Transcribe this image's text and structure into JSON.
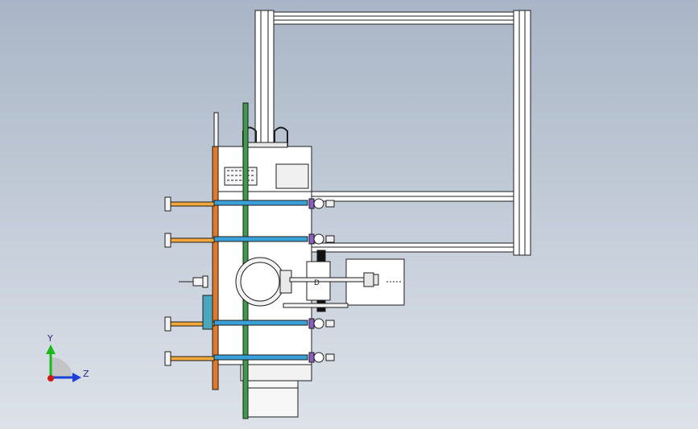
{
  "viewport": {
    "name": "3d-model-viewport",
    "background_top": "#a9b5c6",
    "background_bottom": "#dde2e9"
  },
  "triad": {
    "y_label": "Y",
    "z_label": "Z",
    "x_origin_color": "#d01818",
    "y_axis_color": "#1bb81b",
    "z_axis_color": "#1b3fd8"
  },
  "model": {
    "frame_color": "#ffffff",
    "frame_edge_color": "#1e1e1e",
    "orange_plate_color": "#e07a2a",
    "green_plate_color": "#3f9a4f",
    "rod_color": "#f2a93a",
    "rail_color": "#39a0d8",
    "accent_purple": "#8a5fbf",
    "inset_box_color": "#4aa7bf",
    "caption_text": "D"
  }
}
